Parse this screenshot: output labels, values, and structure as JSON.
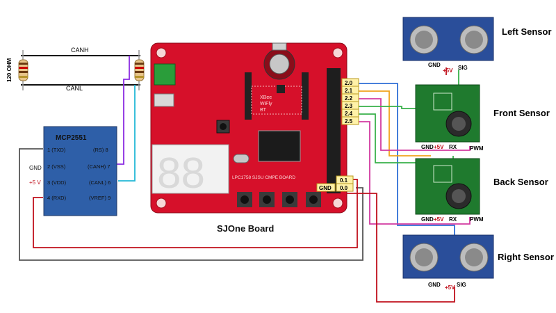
{
  "resistors": {
    "value": "120 OHM",
    "canh": "CANH",
    "canl": "CANL"
  },
  "mcp": {
    "title": "MCP2551",
    "left_pins": [
      "1 (TXD)",
      "2 (VSS)",
      "3 (VDD)",
      "4 (RXD)"
    ],
    "right_pins": [
      "(RS) 8",
      "(CANH) 7",
      "(CANL) 6",
      "(VREF) 9"
    ],
    "gnd": "GND",
    "vcc": "+5 V"
  },
  "board": {
    "caption": "SJOne Board",
    "silk": "LPC1758 SJSU CMPE BOARD",
    "xbee": [
      "XBee",
      "WiFly",
      "BT"
    ],
    "pin_labels": [
      "2.0",
      "2.1",
      "2.2",
      "2.3",
      "2.4",
      "2.5"
    ],
    "lower_pins": [
      "0.1",
      "0.0"
    ],
    "gnd_label": "GND"
  },
  "sensors": {
    "left": {
      "label": "Left Sensor",
      "pins": {
        "gnd": "GND",
        "vcc": "+5V",
        "sig": "SIG"
      }
    },
    "front": {
      "label": "Front Sensor",
      "pins": {
        "gnd": "GND",
        "vcc": "+5V",
        "rx": "RX",
        "pwm": "PWM"
      }
    },
    "back": {
      "label": "Back Sensor",
      "pins": {
        "gnd": "GND",
        "vcc": "+5V",
        "rx": "RX",
        "pwm": "PWM"
      }
    },
    "right": {
      "label": "Right Sensor",
      "pins": {
        "gnd": "GND",
        "vcc": "+5V",
        "sig": "SIG"
      }
    }
  },
  "colors": {
    "board": "#d6102a",
    "module": "#2e5fa8",
    "ping": "#2a4e9a",
    "maxbotix": "#1f7a2e",
    "wire_red": "#c0101c",
    "wire_blue": "#2f6fd6",
    "wire_orange": "#f0a31c",
    "wire_magenta": "#d23aa0",
    "wire_green": "#38b04a",
    "wire_gray": "#555555",
    "wire_purple": "#8a2be2",
    "wire_cyan": "#22b8d6",
    "label_bg": "#fff2a8"
  }
}
